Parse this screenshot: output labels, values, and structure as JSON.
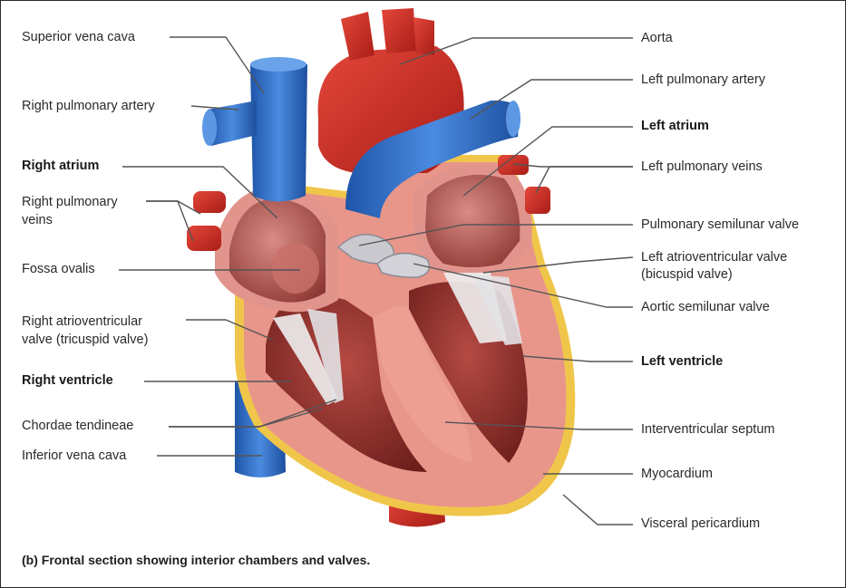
{
  "labels_left": {
    "superior_vena_cava": "Superior vena cava",
    "right_pulmonary_artery": "Right pulmonary artery",
    "right_atrium": "Right atrium",
    "right_pulmonary_veins_1": "Right pulmonary",
    "right_pulmonary_veins_2": "veins",
    "fossa_ovalis": "Fossa ovalis",
    "right_av_valve_1": "Right atrioventricular",
    "right_av_valve_2": "valve (tricuspid valve)",
    "right_ventricle": "Right ventricle",
    "chordae_tendineae": "Chordae tendineae",
    "inferior_vena_cava": "Inferior vena cava"
  },
  "labels_right": {
    "aorta": "Aorta",
    "left_pulmonary_artery": "Left pulmonary artery",
    "left_atrium": "Left atrium",
    "left_pulmonary_veins": "Left pulmonary veins",
    "pulmonary_semilunar_valve": "Pulmonary semilunar valve",
    "left_av_valve_1": "Left atrioventricular valve",
    "left_av_valve_2": "(bicuspid valve)",
    "aortic_semilunar_valve": "Aortic semilunar valve",
    "left_ventricle": "Left ventricle",
    "interventricular_septum": "Interventricular septum",
    "myocardium": "Myocardium",
    "visceral_pericardium": "Visceral pericardium"
  },
  "caption": "(b) Frontal section showing interior chambers and valves.",
  "colors": {
    "vein_blue": "#2f6fc4",
    "artery_red": "#cf2f22",
    "myocardium_pink": "#e8968a",
    "chamber_maroon": "#8a2e2a",
    "fat_yellow": "#f0c64a",
    "leader_gray": "#555555"
  }
}
